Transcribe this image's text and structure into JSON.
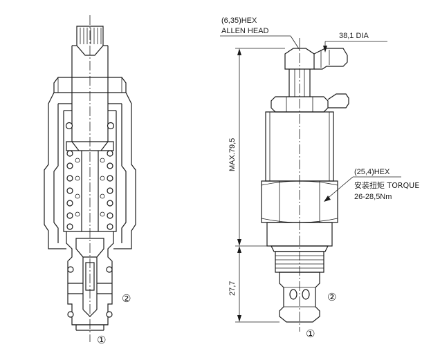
{
  "labels": {
    "allen_hex": "(6,35)HEX",
    "allen_head": "ALLEN HEAD",
    "dia": "38,1 DIA",
    "max_length": "MAX.79,5",
    "lower_length": "27,7",
    "hex_size": "(25,4)HEX",
    "torque": "安装扭矩  TORQUE",
    "torque_value": "26-28,5Nm",
    "port_1_left": "①",
    "port_2_left": "②",
    "port_1_right": "①",
    "port_2_right": "②"
  },
  "colors": {
    "line": "#1a1a1a",
    "background": "#ffffff"
  }
}
